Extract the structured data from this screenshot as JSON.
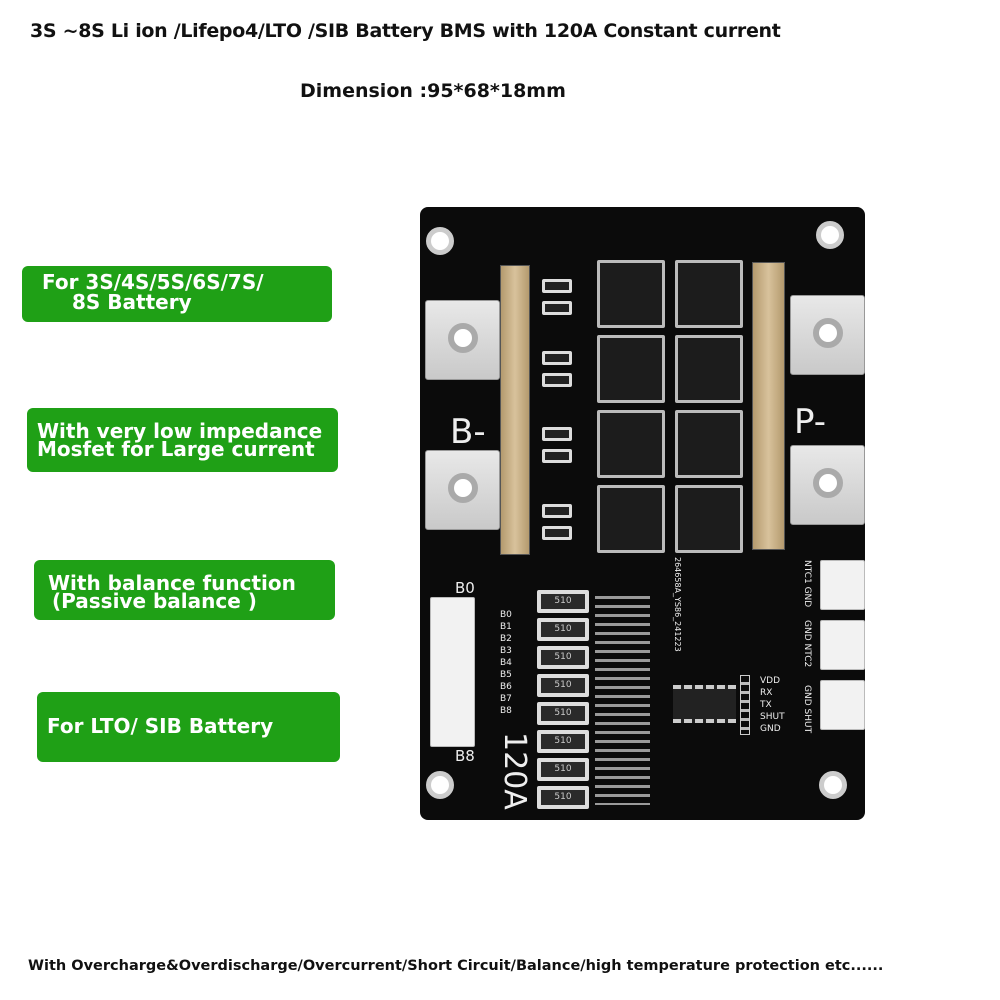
{
  "header": {
    "title": "3S ~8S Li ion /Lifepo4/LTO /SIB Battery BMS with 120A Constant current",
    "dimension": "Dimension :95*68*18mm"
  },
  "badges": [
    {
      "lines": [
        "For 3S/4S/5S/6S/7S/",
        "8S Battery"
      ]
    },
    {
      "lines": [
        "With very low impedance",
        "Mosfet for Large current"
      ]
    },
    {
      "lines": [
        "With balance function",
        "(Passive balance )"
      ]
    },
    {
      "lines": [
        "For LTO/ SIB Battery"
      ]
    }
  ],
  "board": {
    "b_minus": "B-",
    "p_minus": "P-",
    "rating": "120A",
    "balance_top": "B0",
    "balance_bottom": "B8",
    "balance_pins": [
      "B0",
      "B1",
      "B2",
      "B3",
      "B4",
      "B5",
      "B6",
      "B7",
      "B8"
    ],
    "resistor_code": "510",
    "uart_pins": [
      "VDD",
      "RX",
      "TX",
      "SHUT",
      "GND"
    ],
    "right_connectors": [
      "NTC1 GND",
      "GND NTC2",
      "GND SHUT"
    ],
    "pcb_code": "264658A_YS86_241223"
  },
  "footer": "With Overcharge&Overdischarge/Overcurrent/Short Circuit/Balance/high temperature protection etc......",
  "colors": {
    "badge": "#1fa016",
    "pcb": "#0b0b0b"
  }
}
